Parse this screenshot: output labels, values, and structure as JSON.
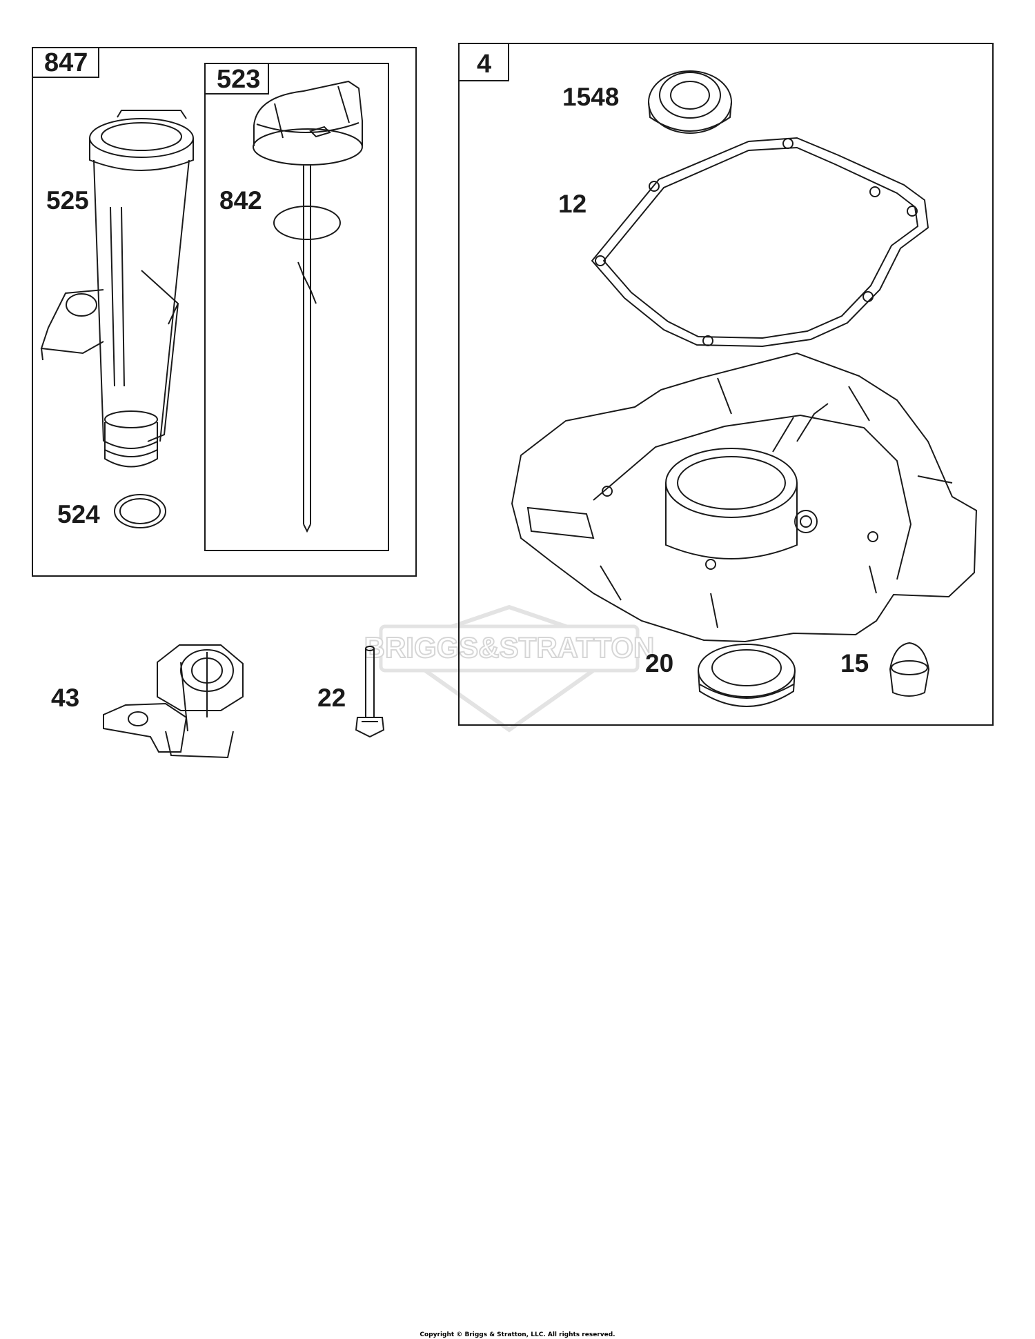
{
  "diagram": {
    "groups": [
      {
        "id": "847",
        "label": "847"
      },
      {
        "id": "523",
        "label": "523"
      },
      {
        "id": "4",
        "label": "4"
      }
    ],
    "callouts": [
      "525",
      "842",
      "524",
      "1548",
      "12",
      "43",
      "22",
      "20",
      "15"
    ],
    "watermark": "BRIGGS&STRATTON",
    "copyright": "Copyright © Briggs & Stratton, LLC. All rights reserved."
  },
  "colors": {
    "line": "#1a1a1a",
    "watermark": "#e3e3e3",
    "background": "#ffffff"
  }
}
